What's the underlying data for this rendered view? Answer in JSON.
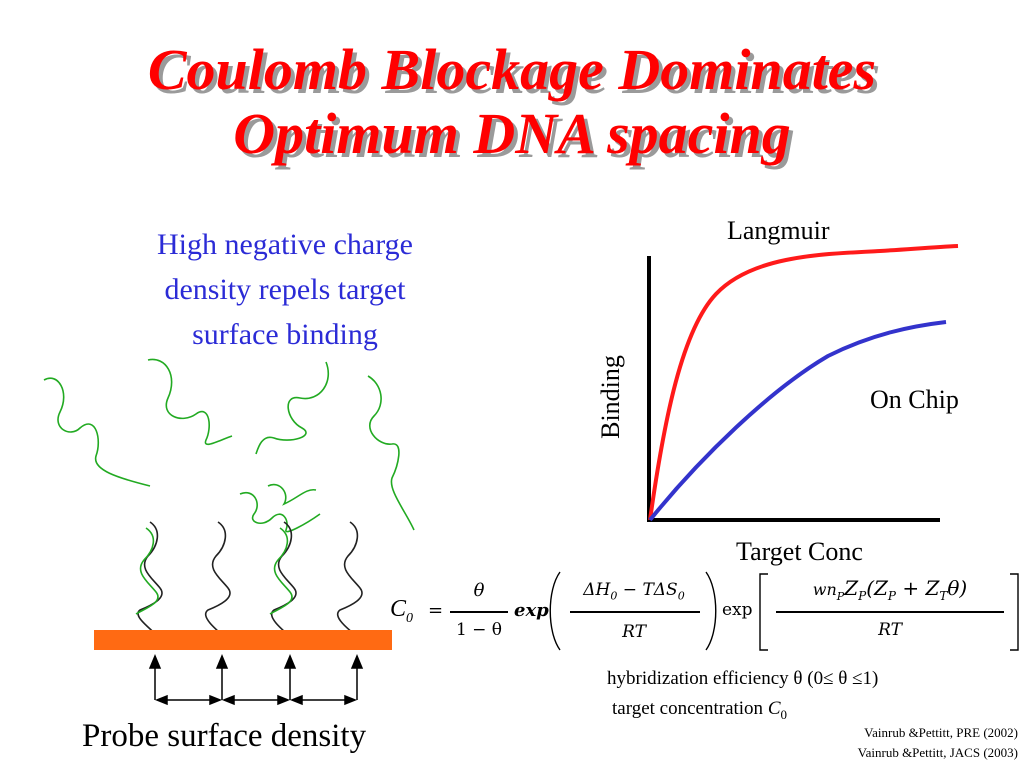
{
  "title": {
    "line1": "Coulomb Blockage Dominates",
    "line2": "Optimum DNA spacing"
  },
  "left_caption": {
    "line1": "High negative charge",
    "line2": "density repels target",
    "line3": "surface binding"
  },
  "probe_label": "Probe surface density",
  "graph": {
    "curve1_label": "Langmuir",
    "curve2_label": "On Chip",
    "y_axis_label": "Binding",
    "x_axis_label": "Target Conc",
    "colors": {
      "langmuir": "#ff1a1a",
      "on_chip": "#3333cc",
      "axes": "#000000"
    }
  },
  "equation": {
    "lhs": "C",
    "lhs_sub": "0",
    "equals": "=",
    "frac1_num": "θ",
    "frac1_den": "1 − θ",
    "exp_bold": "exp",
    "frac2_num": "ΔH",
    "frac2_num_sub": "0",
    "frac2_num_mid": " − TΔS",
    "frac2_num_sub2": "0",
    "frac2_den": "RT",
    "exp_plain": "exp",
    "frac3_num": "wn",
    "frac3_num_sub": "P",
    "frac3_num_z": "Z",
    "frac3_num_zsub": "P",
    "frac3_num_paren": "(Z",
    "frac3_num_paren_sub": "P",
    "frac3_num_plus": " + Z",
    "frac3_num_tsub": "T",
    "frac3_num_theta": "θ)",
    "frac3_den": "RT"
  },
  "definitions": {
    "hyb": "hybridization efficiency θ (0≤ θ ≤1)",
    "target_prefix": "target concentration ",
    "target_var": "C",
    "target_sub": "0"
  },
  "references": {
    "ref1": "Vainrub &Pettitt, PRE (2002)",
    "ref2": "Vainrub &Pettitt, JACS (2003)"
  },
  "colors": {
    "title": "#ff0000",
    "caption": "#2b2bd6",
    "surface": "#ff6a13",
    "strand": "#22aa22"
  }
}
